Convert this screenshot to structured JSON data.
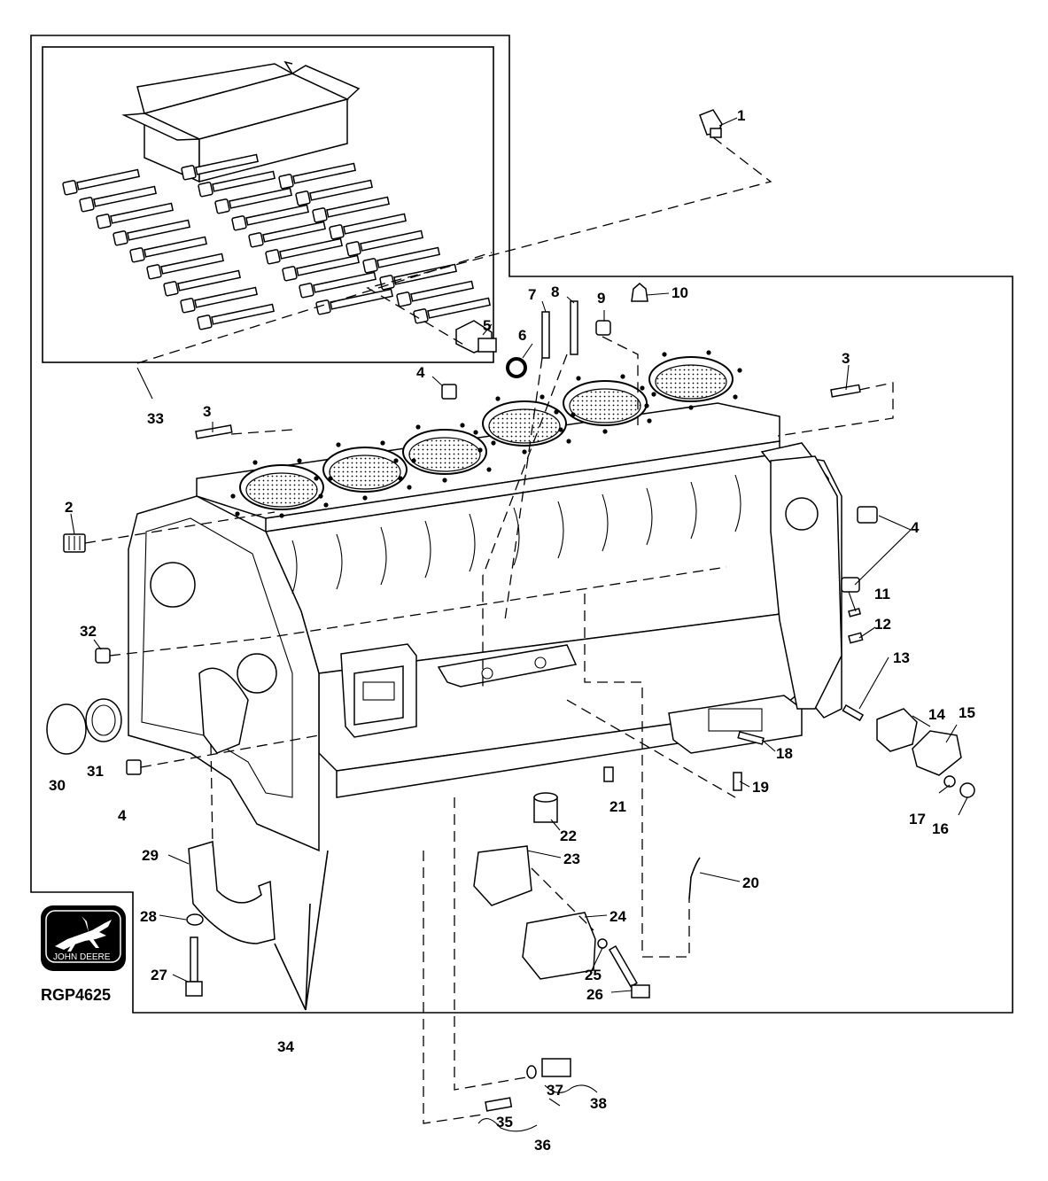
{
  "reference_code": "RGP4625",
  "logo": {
    "text": "JOHN DEERE",
    "icon": "deer-icon"
  },
  "callouts": [
    {
      "id": "c1",
      "label": "1"
    },
    {
      "id": "c2",
      "label": "2"
    },
    {
      "id": "c3a",
      "label": "3"
    },
    {
      "id": "c3b",
      "label": "3"
    },
    {
      "id": "c4a",
      "label": "4"
    },
    {
      "id": "c4b",
      "label": "4"
    },
    {
      "id": "c4c",
      "label": "4"
    },
    {
      "id": "c5",
      "label": "5"
    },
    {
      "id": "c6",
      "label": "6"
    },
    {
      "id": "c7",
      "label": "7"
    },
    {
      "id": "c8",
      "label": "8"
    },
    {
      "id": "c9",
      "label": "9"
    },
    {
      "id": "c10",
      "label": "10"
    },
    {
      "id": "c11",
      "label": "11"
    },
    {
      "id": "c12",
      "label": "12"
    },
    {
      "id": "c13",
      "label": "13"
    },
    {
      "id": "c14",
      "label": "14"
    },
    {
      "id": "c15",
      "label": "15"
    },
    {
      "id": "c16",
      "label": "16"
    },
    {
      "id": "c17",
      "label": "17"
    },
    {
      "id": "c18",
      "label": "18"
    },
    {
      "id": "c19",
      "label": "19"
    },
    {
      "id": "c20",
      "label": "20"
    },
    {
      "id": "c21",
      "label": "21"
    },
    {
      "id": "c22",
      "label": "22"
    },
    {
      "id": "c23",
      "label": "23"
    },
    {
      "id": "c24",
      "label": "24"
    },
    {
      "id": "c25",
      "label": "25"
    },
    {
      "id": "c26",
      "label": "26"
    },
    {
      "id": "c27",
      "label": "27"
    },
    {
      "id": "c28",
      "label": "28"
    },
    {
      "id": "c29",
      "label": "29"
    },
    {
      "id": "c30",
      "label": "30"
    },
    {
      "id": "c31",
      "label": "31"
    },
    {
      "id": "c32",
      "label": "32"
    },
    {
      "id": "c33",
      "label": "33"
    },
    {
      "id": "c34",
      "label": "34"
    },
    {
      "id": "c35",
      "label": "35"
    },
    {
      "id": "c36",
      "label": "36"
    },
    {
      "id": "c37",
      "label": "37"
    },
    {
      "id": "c38",
      "label": "38"
    }
  ]
}
